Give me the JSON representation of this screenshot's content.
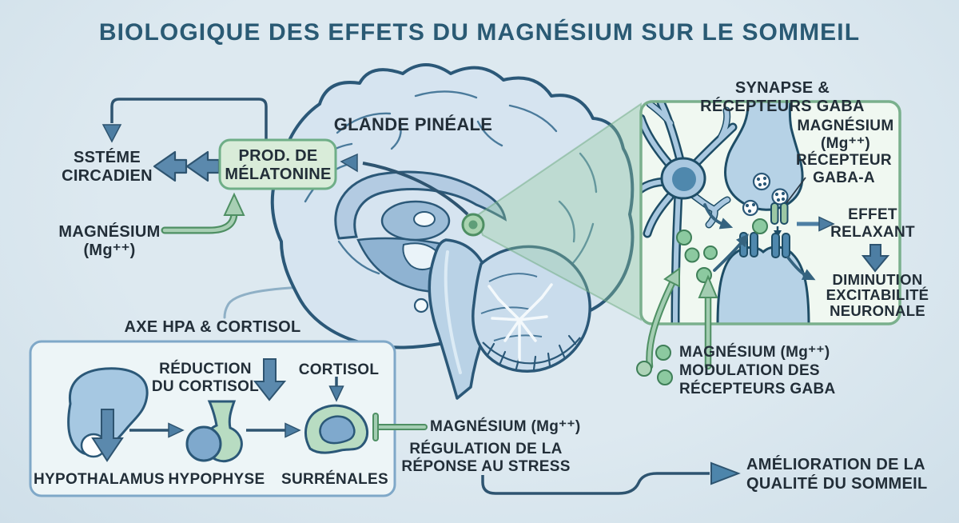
{
  "palette": {
    "background": "#d9e6ee",
    "title_text": "#2a5a74",
    "label_text": "#222e38",
    "green_accent": "#6fae87",
    "green_box_fill": "#d9ecd9",
    "green_ion": "#8cc9a0",
    "steel_blue_arrow": "#5b89ad",
    "dark_line": "#2e5470",
    "synapse_panel_border": "#7ab08d",
    "hpa_panel_border": "#7fa8c8",
    "brain_fill": "#d6e4f0"
  },
  "header": {
    "title": "BIOLOGIQUE DES EFFETS DU MAGNÉSIUM SUR LE SOMMEIL"
  },
  "circadian_flow": {
    "system": "SSTÉME\nCIRCADIEN",
    "melatonin_box": "PROD. DE\nMÉLATONINE",
    "magnesium": "MAGNÉSIUM\n(Mg⁺⁺)"
  },
  "brain": {
    "pineal_gland": "GLANDE PINÉALE"
  },
  "synapse_panel": {
    "title": "SYNAPSE & RÉCEPTEURS GABA",
    "magnesium": "MAGNÉSIUM (Mg⁺⁺)",
    "receptor": "RÉCEPTEUR\nGABA-A",
    "relaxing_effect": "EFFET\nRELAXANT",
    "neuronal": "DIMINUTION\nEXCITABILITÉ\nNEURONALE",
    "modulation": "MAGNÉSIUM (Mg⁺⁺)\nMODULATION DES\nRÉCEPTEURS GABA"
  },
  "hpa_panel": {
    "title": "AXE HPA & CORTISOL",
    "reduction": "RÉDUCTION\nDU CORTISOL",
    "cortisol": "CORTISOL",
    "organs": [
      "HYPOTHALAMUS",
      "HYPOPHYSE",
      "SURRÉNALES"
    ]
  },
  "stress_regulation": {
    "magnesium": "MAGNÉSIUM (Mg⁺⁺)",
    "caption": "RÉGULATION DE LA\nRÉPONSE AU STRESS"
  },
  "outcome": {
    "caption": "AMÉLIORATION DE LA\nQUALITÉ DU SOMMEIL"
  }
}
